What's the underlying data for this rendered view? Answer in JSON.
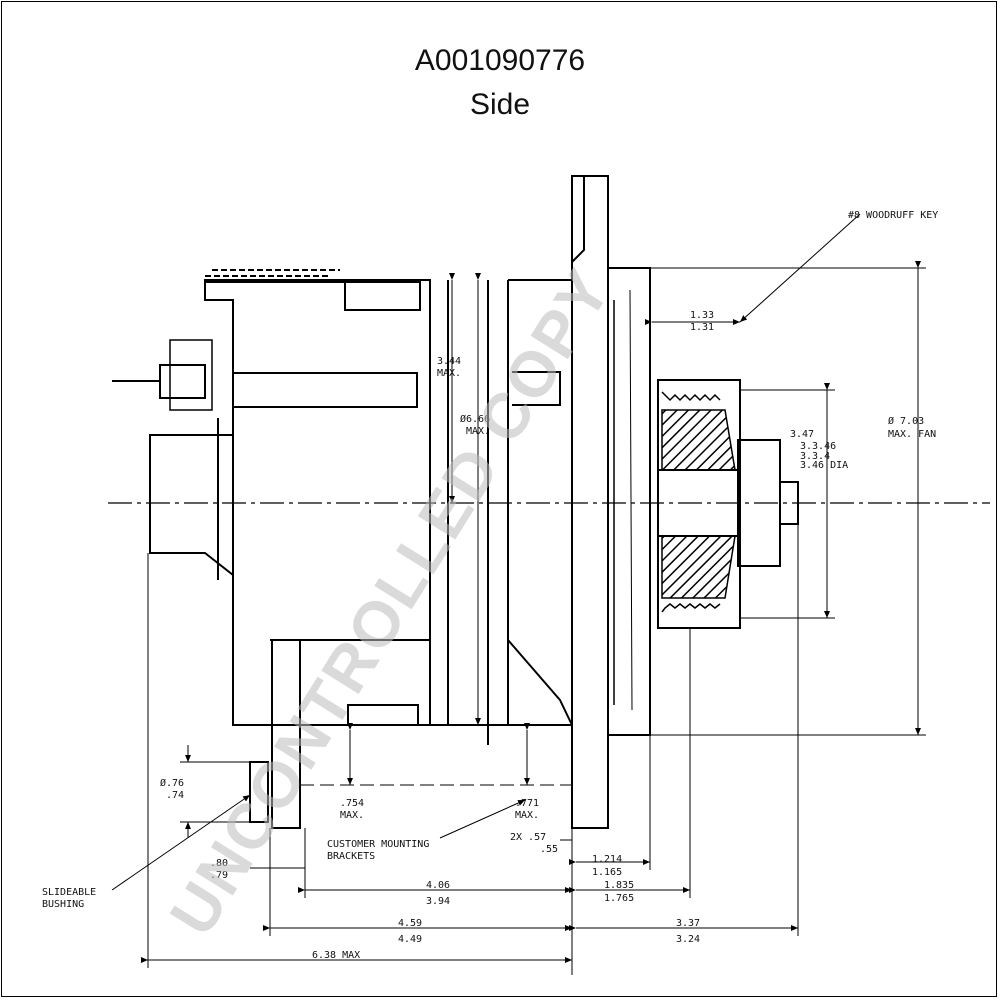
{
  "title": "A001090776",
  "subtitle": "Side",
  "watermark": "UNCONTROLLED COPY",
  "labels": {
    "woodruff_key": "#8 WOODRUFF KEY",
    "d_133": "1.33",
    "d_131": "1.31",
    "d_344": "3.44",
    "max1": "MAX.",
    "d_666": "Ø6.66",
    "max2": "MAX.",
    "d_347": "3.47",
    "d_3346": "3.3.46",
    "d_3346b": "3.3.4",
    "d_346dia": "3.46 DIA",
    "d_703": "Ø 7.03",
    "max_fan": "MAX. FAN",
    "d_076": "Ø.76",
    "d_074": ".74",
    "d_754": ".754",
    "max3": "MAX.",
    "d_771": ".771",
    "max4": "MAX.",
    "d_2x57": "2X .57",
    "d_55": ".55",
    "customer_1": "CUSTOMER MOUNTING",
    "customer_2": "BRACKETS",
    "d_80": ".80",
    "d_79": ".79",
    "slideable_1": "SLIDEABLE",
    "slideable_2": "BUSHING",
    "d_1214": "1.214",
    "d_1165": "1.165",
    "d_406": "4.06",
    "d_394": "3.94",
    "d_1835": "1.835",
    "d_1765": "1.765",
    "d_459": "4.59",
    "d_449": "4.49",
    "d_337": "3.37",
    "d_324": "3.24",
    "d_638": "6.38 MAX"
  }
}
